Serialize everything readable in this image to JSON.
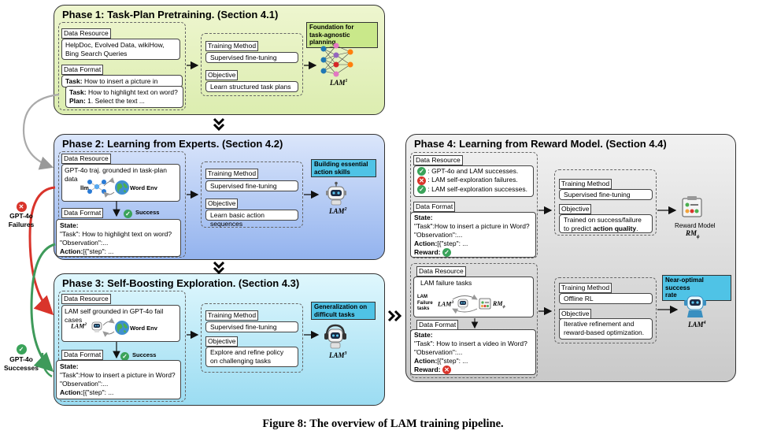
{
  "phase1": {
    "title": "Phase 1: Task-Plan Pretraining. (Section 4.1)",
    "data_resource_label": "Data Resource",
    "data_resource_text": [
      "HelpDoc, Evolved Data, wikiHow,",
      "Bing Search Queries"
    ],
    "data_format_label": "Data Format",
    "task1_key": "Task:",
    "task1_val": " How to insert a picture in Word?",
    "task2_key": "Task:",
    "task2_val": " How to highlight text on word?",
    "plan_key": "Plan:",
    "plan_val": " 1. Select the text ...",
    "training_method_label": "Training Method",
    "training_method_text": "Supervised fine-tuning",
    "objective_label": "Objective",
    "objective_text": "Learn structured task plans",
    "callout": [
      "Foundation for",
      "task-agnostic planning"
    ],
    "lam_name": "LAM",
    "lam_sup": "1"
  },
  "phase2": {
    "title": "Phase 2: Learning from Experts. (Section 4.2)",
    "data_resource_label": "Data Resource",
    "data_resource_text": "GPT-4o traj. grounded in task-plan data",
    "llm_label": "llm",
    "env_label": "Word Env",
    "success_label": "Success",
    "data_format_label": "Data Format",
    "state_label": "State:",
    "task_line": "\"Task\": How to highlight text on word?",
    "obs_line": "\"Observation\":...",
    "action_key": "Action:",
    "action_val": "[{\"step\": ...",
    "training_method_label": "Training Method",
    "training_method_text": "Supervised fine-tuning",
    "objective_label": "Objective",
    "objective_text": "Learn basic action sequences",
    "callout": [
      "Building essential",
      "action skills"
    ],
    "lam_name": "LAM",
    "lam_sup": "2"
  },
  "phase3": {
    "title": "Phase 3: Self-Boosting Exploration. (Section 4.3)",
    "data_resource_label": "Data Resource",
    "data_resource_text": "LAM self grounded in GPT-4o fail cases",
    "lam_in_label": "LAM",
    "lam_in_sup": "2",
    "env_label": "Word Env",
    "success_label": "Success",
    "data_format_label": "Data Format",
    "state_label": "State:",
    "task_line": "\"Task\":How to insert a picture in Word?",
    "obs_line": "\"Observation\":...",
    "action_key": "Action:",
    "action_val": "[{\"step\": ...",
    "training_method_label": "Training Method",
    "training_method_text": "Supervised fine-tuning",
    "objective_label": "Objective",
    "objective_text": [
      "Explore and refine policy",
      "on challenging tasks"
    ],
    "callout": [
      "Generalization on",
      "difficult tasks"
    ],
    "lam_name": "LAM",
    "lam_sup": "3"
  },
  "phase4": {
    "title": "Phase 4: Learning from Reward Model. (Section 4.4)",
    "data_resource_label": "Data Resource",
    "res_lines": [
      ": GPT-4o and LAM successes.",
      ": LAM self-exploration failures.",
      ": LAM self-exploration successes."
    ],
    "data_format_label": "Data Format",
    "state_label": "State:",
    "task_line": "\"Task\":How to insert a picture in Word?",
    "obs_line": "\"Observation\":...",
    "action_key": "Action:",
    "action_val": "[{\"step\": ...",
    "reward_key": "Reward:",
    "training_method_label": "Training Method",
    "training_method_text": "Supervised fine-tuning",
    "objective_label": "Objective",
    "objective_text_1": "Trained on success/failure",
    "objective_text_2a": "to predict ",
    "objective_text_2b": "action quality",
    "objective_text_2c": ".",
    "reward_model_label": "Reward Model",
    "rm_name": "RM",
    "rm_sub": "ϕ",
    "data_resource2_label": "Data Resource",
    "lam_failure_tasks": "LAM failure tasks",
    "lam_failure_small": [
      "LAM",
      "Failure",
      "tasks"
    ],
    "lam3_label": "LAM",
    "lam3_sup": "3",
    "rm2_name": "RM",
    "rm2_sub": "ϕ",
    "data_format2_label": "Data Format",
    "state2_label": "State:",
    "task2_line": "\"Task\": How to insert a video in Word?",
    "obs2_line": "\"Observation\":...",
    "action2_key": "Action:",
    "action2_val": "[{\"step\": ...",
    "reward2_key": "Reward:",
    "training_method2_label": "Training Method",
    "training_method2_text": "Offline RL",
    "objective2_label": "Objective",
    "objective2_text": [
      "Iterative refinement and",
      "reward-based optimization."
    ],
    "callout": [
      "Near-optimal success",
      "rate"
    ],
    "lam_name": "LAM",
    "lam_sup": "4"
  },
  "side": {
    "failures": [
      "GPT-4o",
      "Failures"
    ],
    "successes": [
      "GPT-4o",
      "Successes"
    ]
  },
  "caption": "Figure 8: The overview of LAM training pipeline.",
  "colors": {
    "failure_arrow": "#d9342b",
    "success_arrow": "#3e9a5a",
    "callout_bg": "#4fc3e6",
    "callout_bg_p1": "#c9e88a"
  }
}
